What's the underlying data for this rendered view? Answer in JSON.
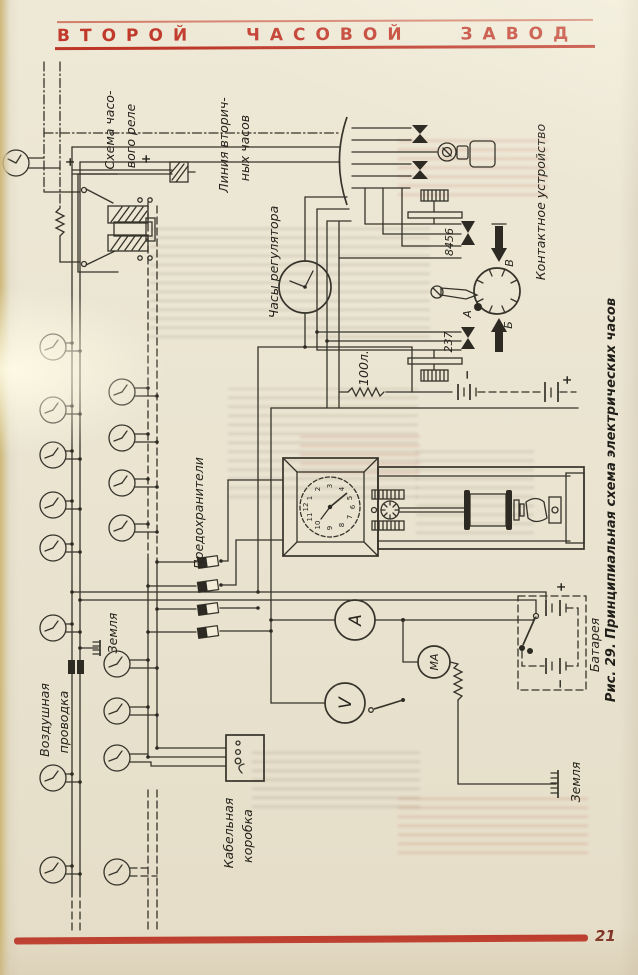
{
  "page": {
    "header_title": "ВТОРОЙ ЧАСОВОЙ ЗАВОД",
    "page_number": "21"
  },
  "figure": {
    "caption": "Рис. 29. Принципиальная схема электрических часов",
    "labels": {
      "relay_l1": "Схема часо-",
      "relay_l2": "вого реле",
      "secondary_l1": "Линия вторич-",
      "secondary_l2": "ных часов",
      "contact_device": "Контактное устройство",
      "regulator_clock": "Часы регулятора",
      "resistor_value": "100л.",
      "fuses": "Предохранители",
      "overhead_l1": "Воздушная",
      "overhead_l2": "проводка",
      "ground_left": "Земля",
      "ground_right": "Земля",
      "cable_box_l1": "Кабельная",
      "cable_box_l2": "коробка",
      "battery": "Батарея",
      "contact_numbers_upper": "8456",
      "contact_numbers_lower": "237",
      "point_a": "А",
      "point_b": "Б",
      "point_v": "В",
      "ammeter": "A",
      "milliammeter": "MA",
      "voltmeter": "V",
      "plus": "+",
      "minus": "−"
    },
    "master_clock_dial": [
      "1",
      "2",
      "3",
      "4",
      "5",
      "6",
      "7",
      "8",
      "9",
      "10",
      "11",
      "12"
    ]
  },
  "colors": {
    "paper": "#e9e3d0",
    "rule_red": "#bd3627",
    "header_red": "#c0392b",
    "ink": "#33312a",
    "page_number_red": "#7d2d1f"
  }
}
